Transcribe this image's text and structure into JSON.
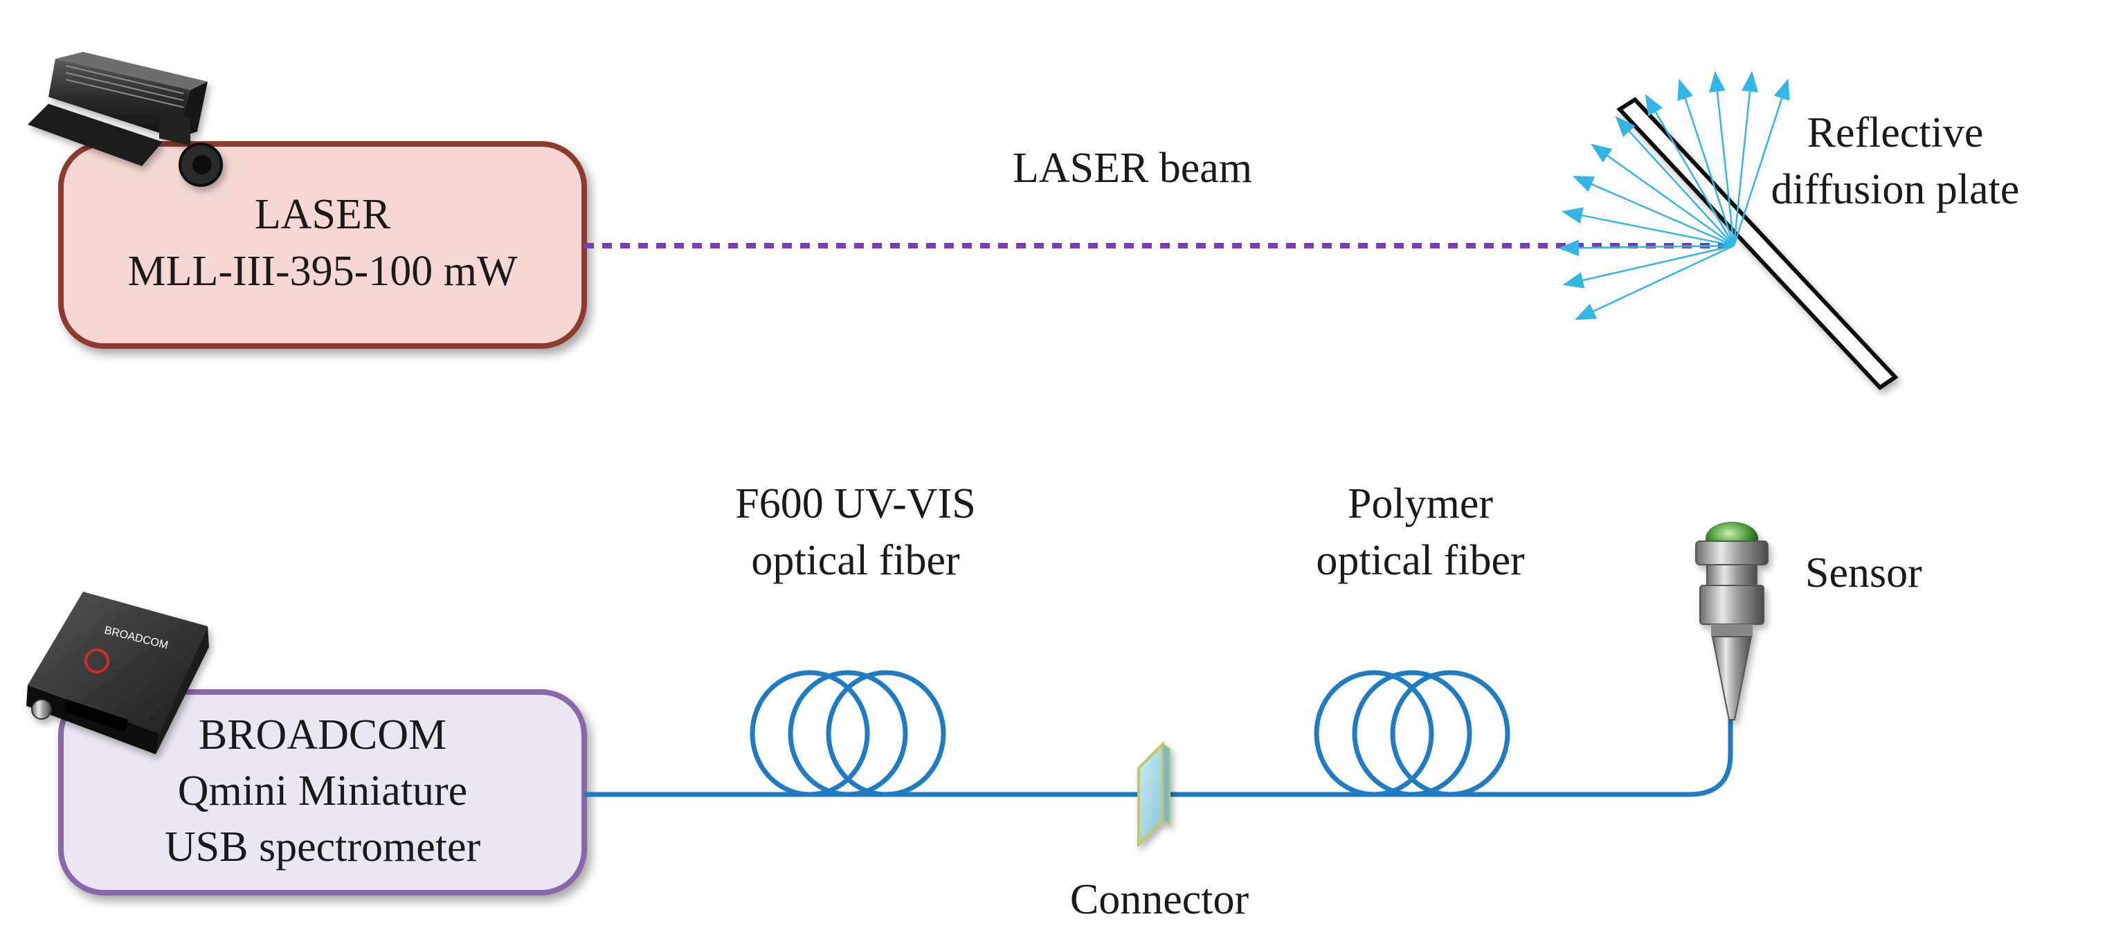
{
  "laser": {
    "line1": "LASER",
    "line2": "MLL-III-395-100 mW"
  },
  "spectrometer": {
    "line1": "BROADCOM",
    "line2": "Qmini Miniature",
    "line3": "USB spectrometer",
    "device_brand": "BROADCOM"
  },
  "labels": {
    "laser_beam": "LASER beam",
    "plate_line1": "Reflective",
    "plate_line2": "diffusion plate",
    "fiber1_line1": "F600 UV-VIS",
    "fiber1_line2": "optical fiber",
    "fiber2_line1": "Polymer",
    "fiber2_line2": "optical fiber",
    "sensor": "Sensor",
    "connector": "Connector"
  },
  "colors": {
    "laser_box_fill": "#f5d8d3",
    "laser_box_stroke": "#8e3a2e",
    "spectrometer_box_fill": "#eae6f2",
    "spectrometer_box_stroke": "#8867a8",
    "beam": "#7b3ab8",
    "rays": "#33b5e5",
    "fiber": "#1f7bc4",
    "connector_fill": "#a9d8e6",
    "connector_stroke": "#c2c870"
  }
}
